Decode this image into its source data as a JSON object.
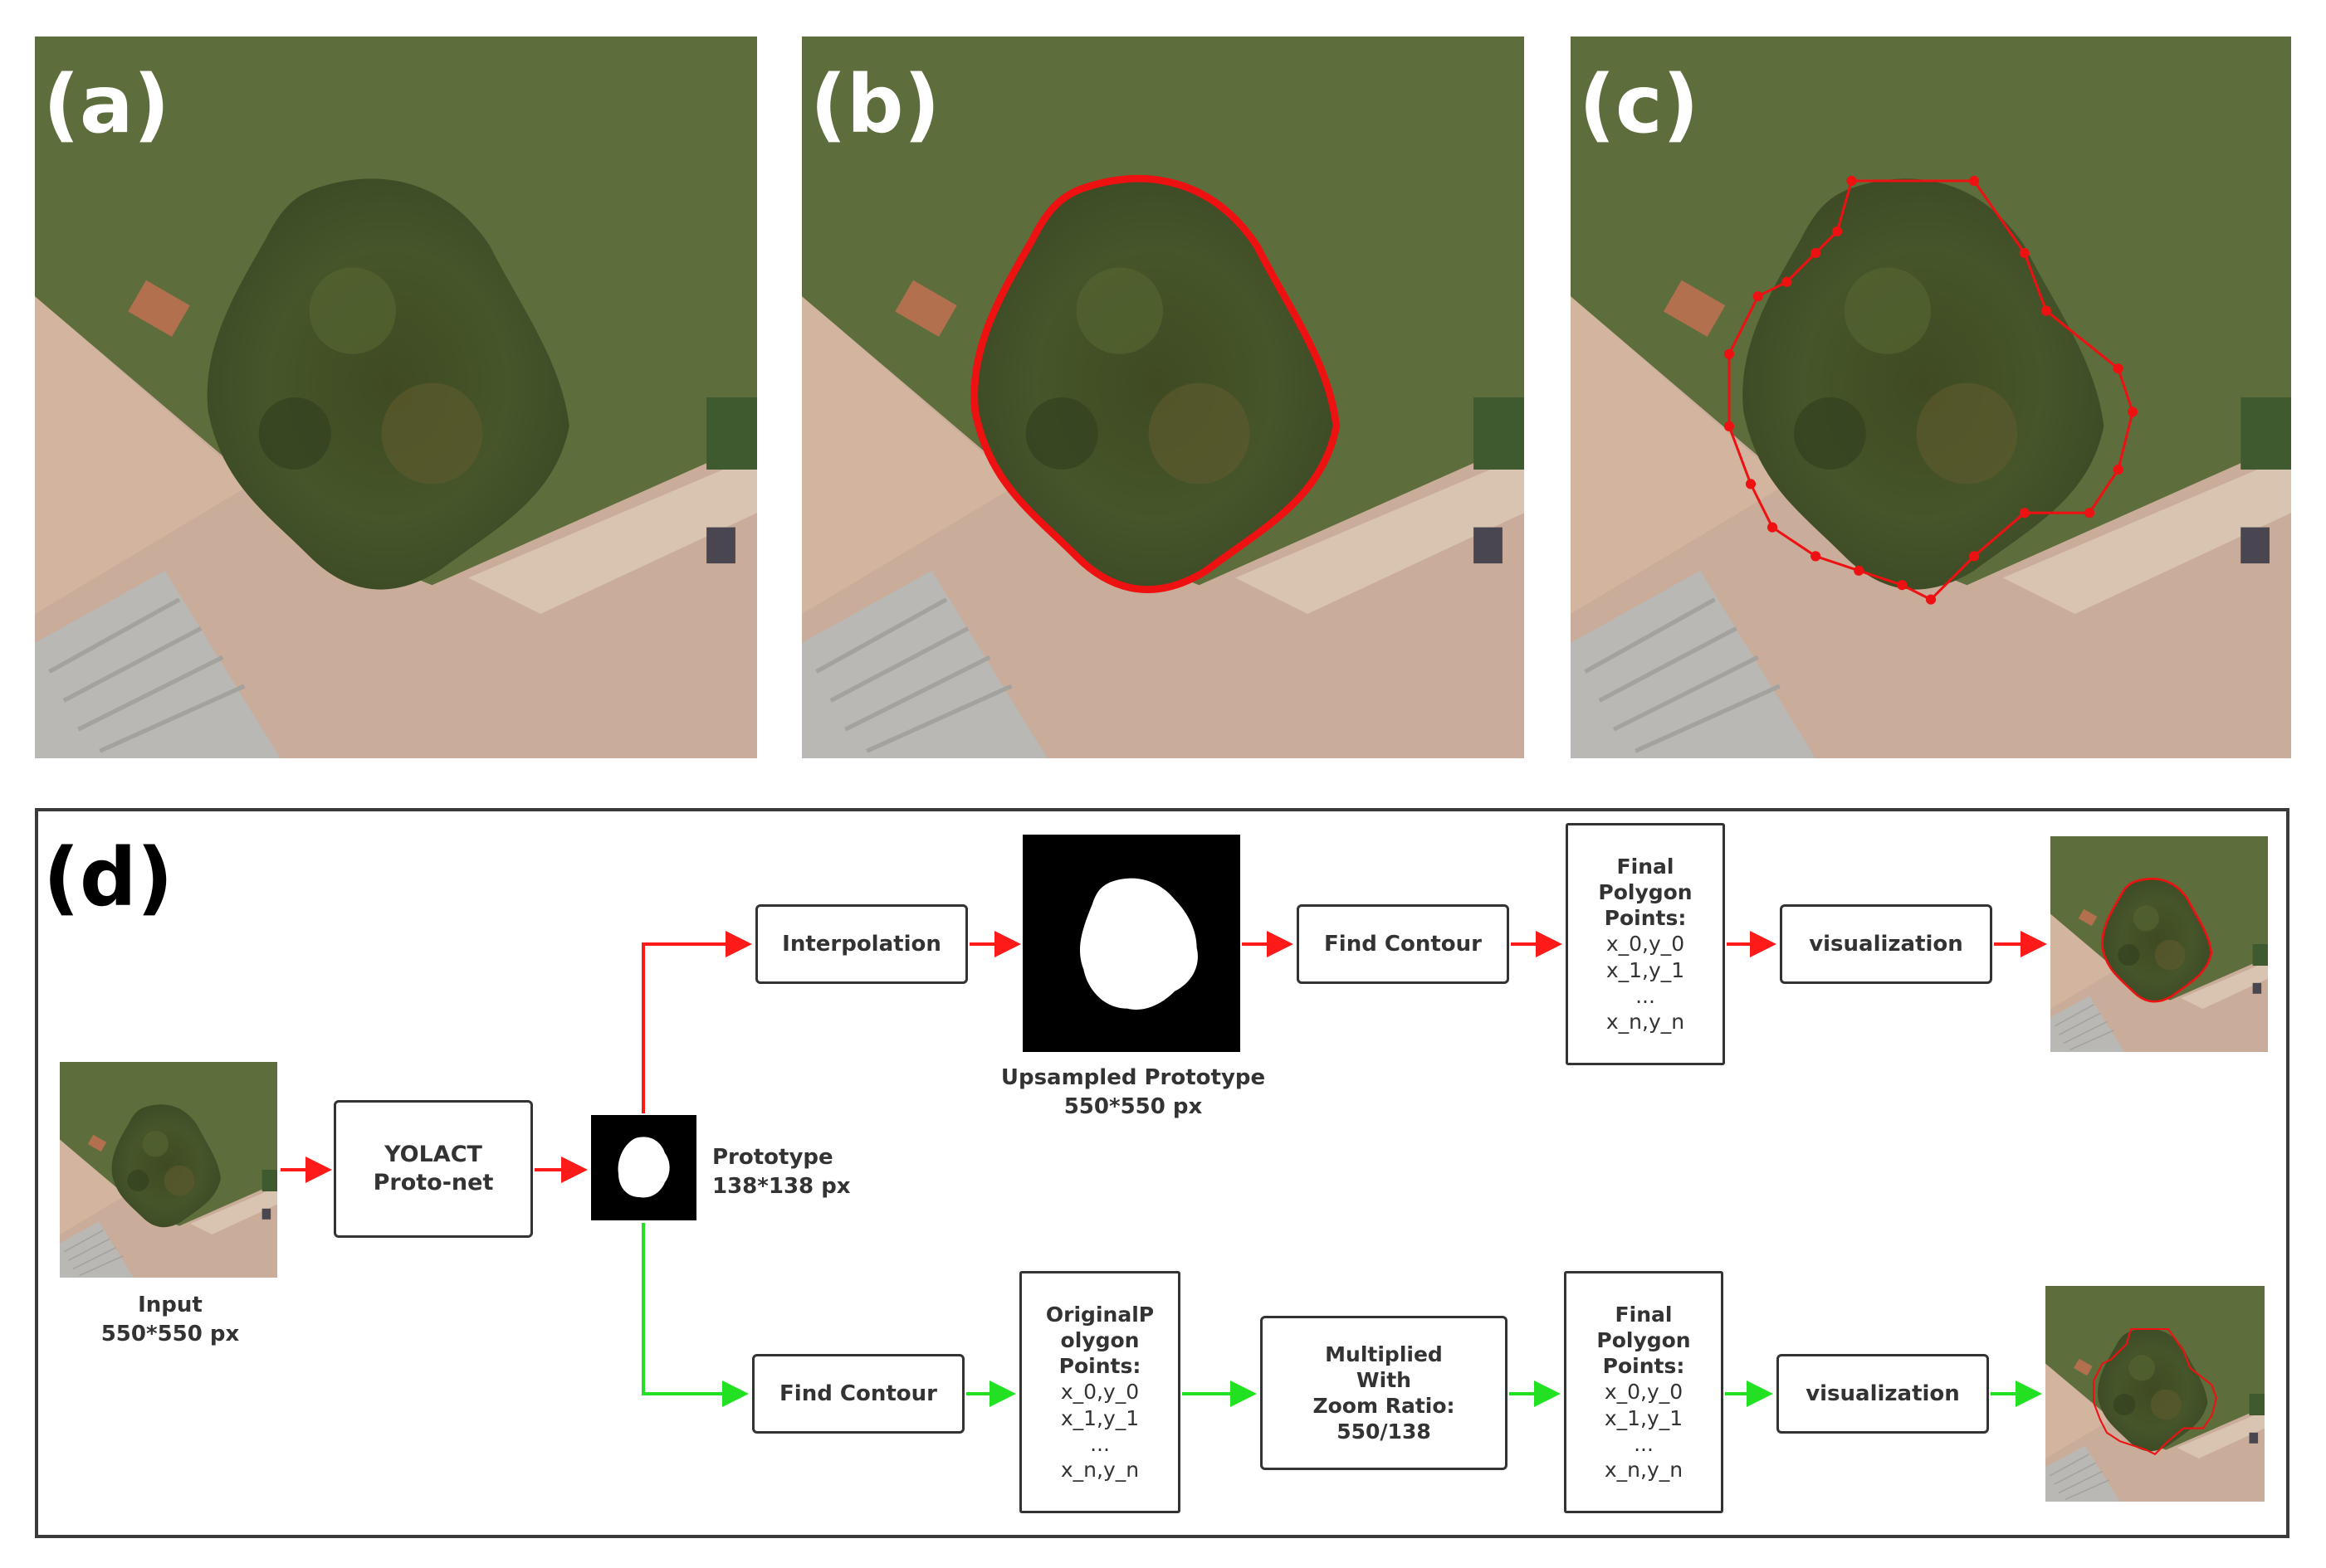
{
  "panels": [
    {
      "label": "(a)"
    },
    {
      "label": "(b)"
    },
    {
      "label": "(c)"
    }
  ],
  "diagram": {
    "label": "(d)",
    "input_caption": [
      "Input",
      "550*550 px"
    ],
    "yolact_box": [
      "YOLACT",
      "Proto-net"
    ],
    "prototype_caption": [
      "Prototype",
      "138*138 px"
    ],
    "upsampled_caption": [
      "Upsampled Prototype",
      "550*550 px"
    ],
    "top_branch": {
      "interpolation": "Interpolation",
      "find_contour": "Find Contour",
      "final_points": {
        "title": [
          "Final",
          "Polygon",
          "Points:"
        ],
        "rows": [
          "x_0,y_0",
          "x_1,y_1",
          "...",
          "x_n,y_n"
        ]
      },
      "visualization": "visualization"
    },
    "bottom_branch": {
      "find_contour": "Find Contour",
      "original_points": {
        "title": [
          "OriginalP",
          "olygon",
          "Points:"
        ],
        "rows": [
          "x_0,y_0",
          "x_1,y_1",
          "...",
          "x_n,y_n"
        ]
      },
      "multiplied": [
        "Multiplied",
        "With",
        "Zoom Ratio:",
        "550/138"
      ],
      "final_points": {
        "title": [
          "Final",
          "Polygon",
          "Points:"
        ],
        "rows": [
          "x_0,y_0",
          "x_1,y_1",
          "...",
          "x_n,y_n"
        ]
      },
      "visualization": "visualization"
    }
  },
  "colors": {
    "top_arrow": "#ff1a1a",
    "bottom_arrow": "#22e022",
    "box_border": "#333333",
    "contour": "#ee1111"
  },
  "icons": [
    "aerial-photo",
    "binary-mask"
  ]
}
